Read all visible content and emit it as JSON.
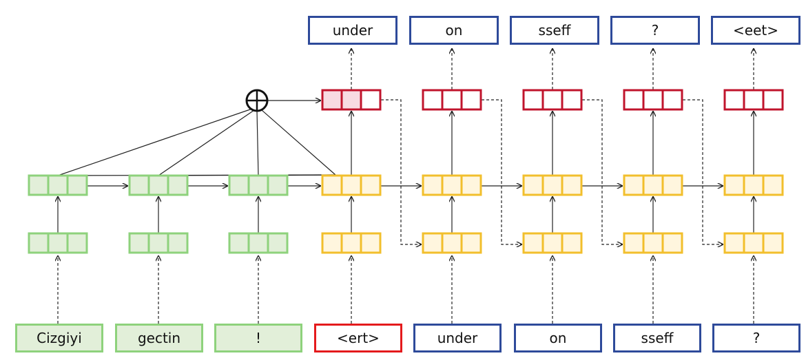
{
  "source_tokens": [
    "Cizgiyi",
    "gectin",
    "!"
  ],
  "decoder_inputs": [
    "<ert>",
    "under",
    "on",
    "sseff",
    "?"
  ],
  "decoder_outputs": [
    "under",
    "on",
    "sseff",
    "?",
    "<eet>"
  ],
  "colors": {
    "encoder_fill": "#e2efd9",
    "encoder_border": "#8ed27c",
    "decoder_fill": "#fff6de",
    "decoder_border": "#f2bf2c",
    "attention_border": "#c0142c",
    "attention_fill_first": "#f8dbe2",
    "token_border": "#2e4a9a",
    "start_token_border": "#e41a1c"
  }
}
